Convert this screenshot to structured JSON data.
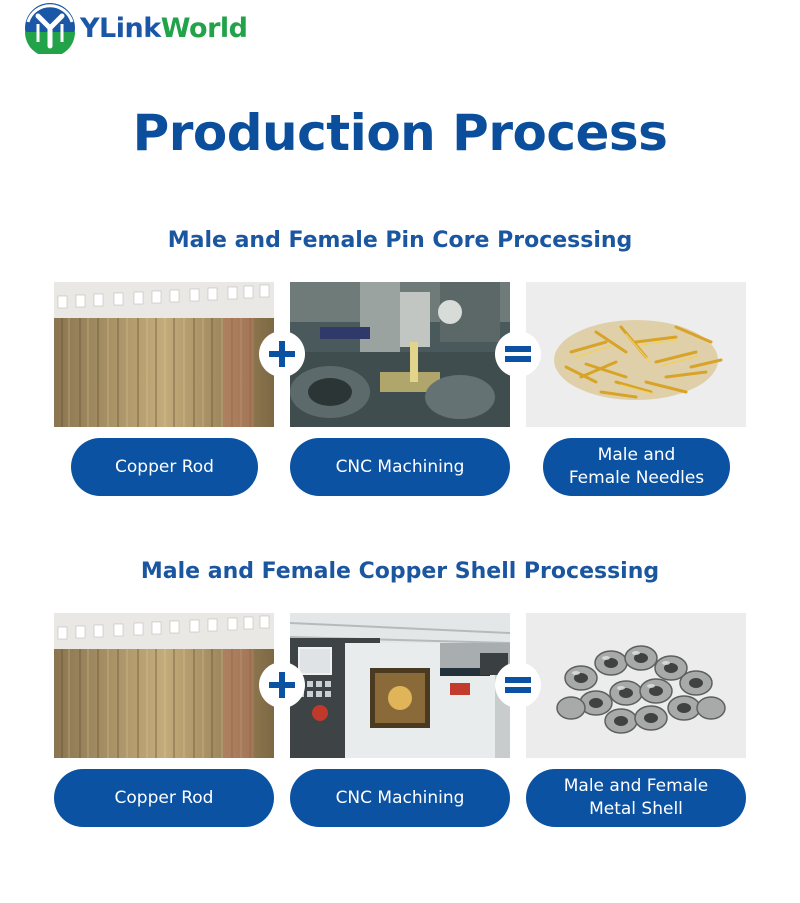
{
  "brand": {
    "name_part1": "YLink",
    "name_part2": "World"
  },
  "title": "Production Process",
  "sections": [
    {
      "title": "Male and Female Pin Core Processing",
      "steps": [
        {
          "label": "Copper Rod",
          "image": "copper-rod-photo"
        },
        {
          "label": "CNC Machining",
          "image": "cnc-machine-photo"
        },
        {
          "label": "Male and\nFemale Needles",
          "image": "brass-needles-photo"
        }
      ],
      "operators": [
        "plus-icon",
        "equals-icon"
      ]
    },
    {
      "title": "Male and Female Copper Shell Processing",
      "steps": [
        {
          "label": "Copper Rod",
          "image": "copper-rod-photo"
        },
        {
          "label": "CNC Machining",
          "image": "cnc-lathe-photo"
        },
        {
          "label": "Male and Female\nMetal Shell",
          "image": "metal-shells-photo"
        }
      ],
      "operators": [
        "plus-icon",
        "equals-icon"
      ]
    }
  ],
  "colors": {
    "primary": "#0b52a3",
    "title": "#0b4f9c",
    "brand_green": "#22a34a",
    "background": "#ffffff"
  }
}
